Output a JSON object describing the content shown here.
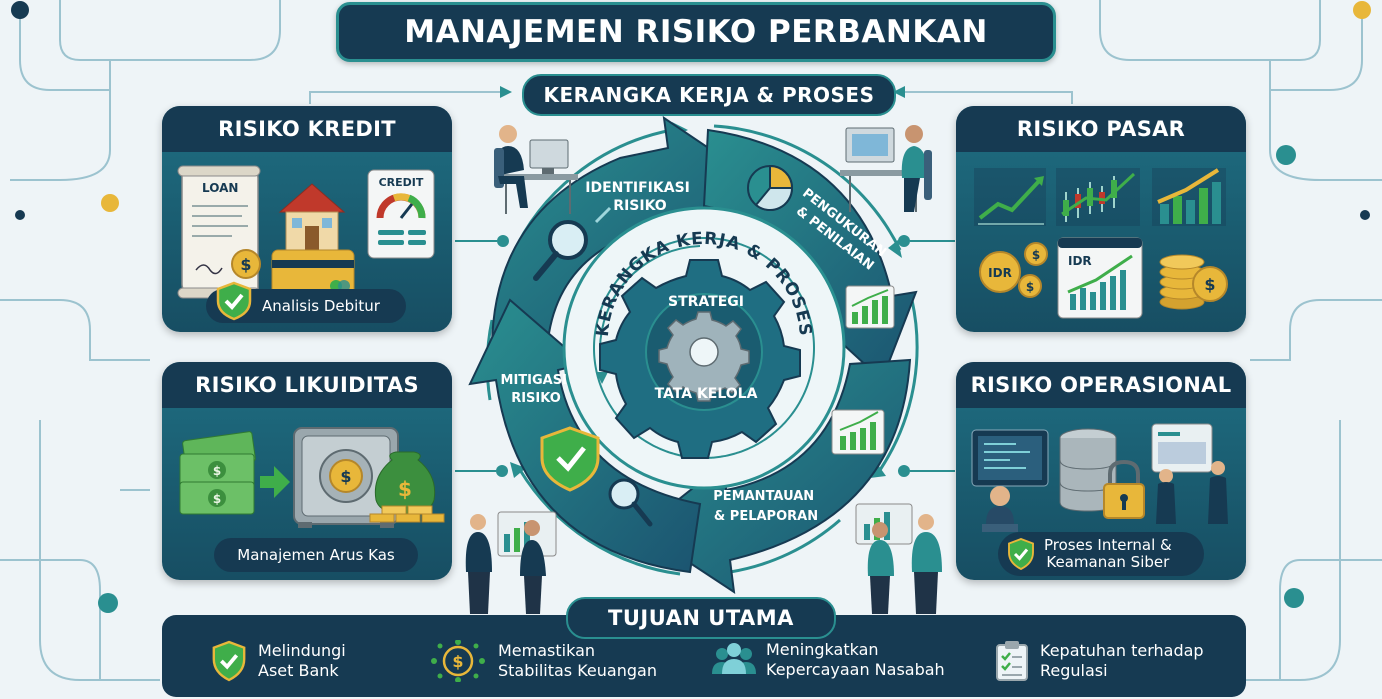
{
  "title": "MANAJEMEN RISIKO PERBANKAN",
  "framework_label": "KERANGKA KERJA & PROSES",
  "cards": {
    "kredit": {
      "title": "RISIKO KREDIT",
      "doc_label": "LOAN",
      "card_label": "CREDIT",
      "pill": "Analisis Debitur"
    },
    "pasar": {
      "title": "RISIKO PASAR",
      "currency_left": "IDR",
      "currency_right": "IDR"
    },
    "likuiditas": {
      "title": "RISIKO LIKUIDITAS",
      "pill": "Manajemen Arus Kas"
    },
    "operasional": {
      "title": "RISIKO OPERASIONAL",
      "pill_line1": "Proses Internal &",
      "pill_line2": "Keamanan Siber"
    }
  },
  "cycle": {
    "center_ring": "KERANGKA KERJA & PROSES",
    "center_top": "STRATEGI",
    "center_bottom": "TATA KELOLA",
    "stages": {
      "identifikasi": [
        "IDENTIFIKASI",
        "RISIKO"
      ],
      "pengukuran": [
        "PENGUKURAN",
        "& PENILAIAN"
      ],
      "pemantauan": [
        "PEMANTAUAN",
        "& PELAPORAN"
      ],
      "mitigasi": [
        "MITIGASI",
        "RISIKO"
      ]
    }
  },
  "goals": {
    "title": "TUJUAN UTAMA",
    "items": [
      {
        "line1": "Melindungi",
        "line2": "Aset Bank",
        "icon": "shield-check-icon"
      },
      {
        "line1": "Memastikan",
        "line2": "Stabilitas Keuangan",
        "icon": "dollar-network-icon"
      },
      {
        "line1": "Meningkatkan",
        "line2": "Kepercayaan Nasabah",
        "icon": "people-icon"
      },
      {
        "line1": "Kepatuhan terhadap",
        "line2": "Regulasi",
        "icon": "checklist-icon"
      }
    ]
  },
  "colors": {
    "navy": "#163a52",
    "teal": "#1f6e82",
    "accent": "#2a8f90",
    "green": "#3fae4a",
    "gold": "#e8b73a"
  }
}
